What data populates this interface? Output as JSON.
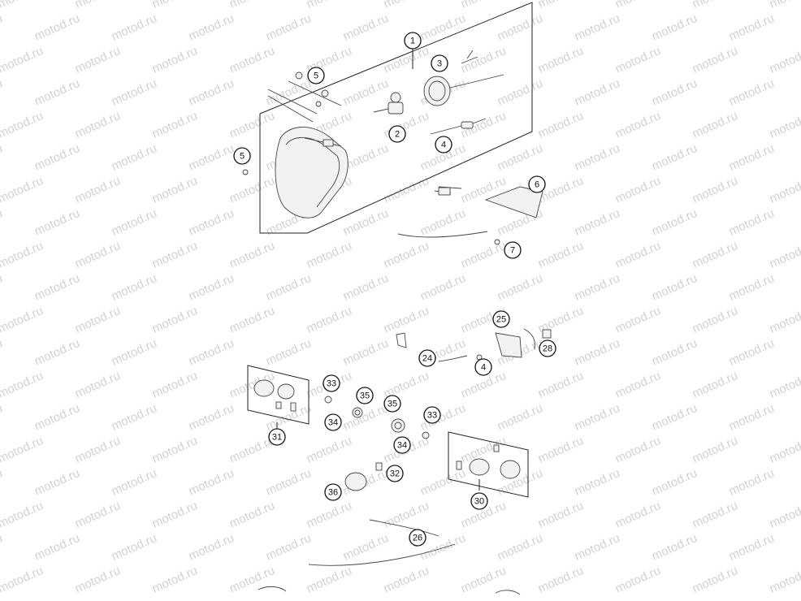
{
  "watermark": "motod.ru",
  "callouts": [
    {
      "label": "1"
    },
    {
      "label": "3"
    },
    {
      "label": "5"
    },
    {
      "label": "2"
    },
    {
      "label": "5"
    },
    {
      "label": "4"
    },
    {
      "label": "6"
    },
    {
      "label": "7"
    },
    {
      "label": "25"
    },
    {
      "label": "28"
    },
    {
      "label": "24"
    },
    {
      "label": "4"
    },
    {
      "label": "33"
    },
    {
      "label": "35"
    },
    {
      "label": "35"
    },
    {
      "label": "33"
    },
    {
      "label": "34"
    },
    {
      "label": "34"
    },
    {
      "label": "31"
    },
    {
      "label": "32"
    },
    {
      "label": "36"
    },
    {
      "label": "30"
    },
    {
      "label": "26"
    }
  ]
}
